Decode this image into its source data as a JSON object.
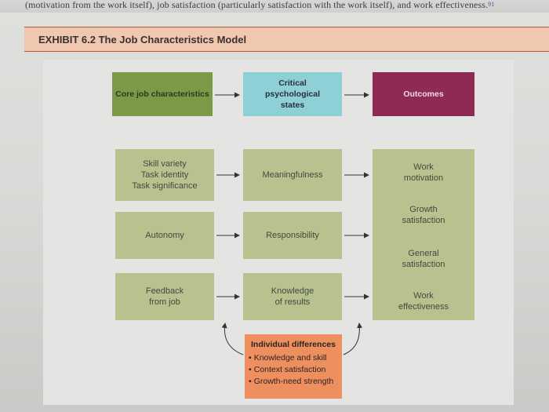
{
  "top_text": "(motivation from the work itself), job satisfaction (particularly satisfaction with the work itself), and work effectiveness.",
  "top_superscript": "91",
  "exhibit": {
    "title": "EXHIBIT 6.2 The Job Characteristics Model"
  },
  "headers": {
    "core": "Core job characteristics",
    "critical": "Critical psychological states",
    "outcomes": "Outcomes"
  },
  "core_items": [
    {
      "label": "Skill variety\nTask identity\nTask significance"
    },
    {
      "label": "Autonomy"
    },
    {
      "label": "Feedback\nfrom job"
    }
  ],
  "states": [
    {
      "label": "Meaningfulness"
    },
    {
      "label": "Responsibility"
    },
    {
      "label": "Knowledge\nof results"
    }
  ],
  "outcomes": [
    {
      "label": "Work\nmotivation"
    },
    {
      "label": "Growth\nsatisfaction"
    },
    {
      "label": "General\nsatisfaction"
    },
    {
      "label": "Work\neffectiveness"
    }
  ],
  "individual": {
    "title": "Individual differences",
    "items": [
      "Knowledge and skill",
      "Context satisfaction",
      "Growth-need strength"
    ]
  },
  "colors": {
    "core_header": "#7a9a48",
    "critical_header": "#8fcfd6",
    "outcomes_header": "#8d2b55",
    "body_boxes": "#b9c28e",
    "individual_box": "#ee8f60",
    "exhibit_bar": "#f0c8b0"
  }
}
